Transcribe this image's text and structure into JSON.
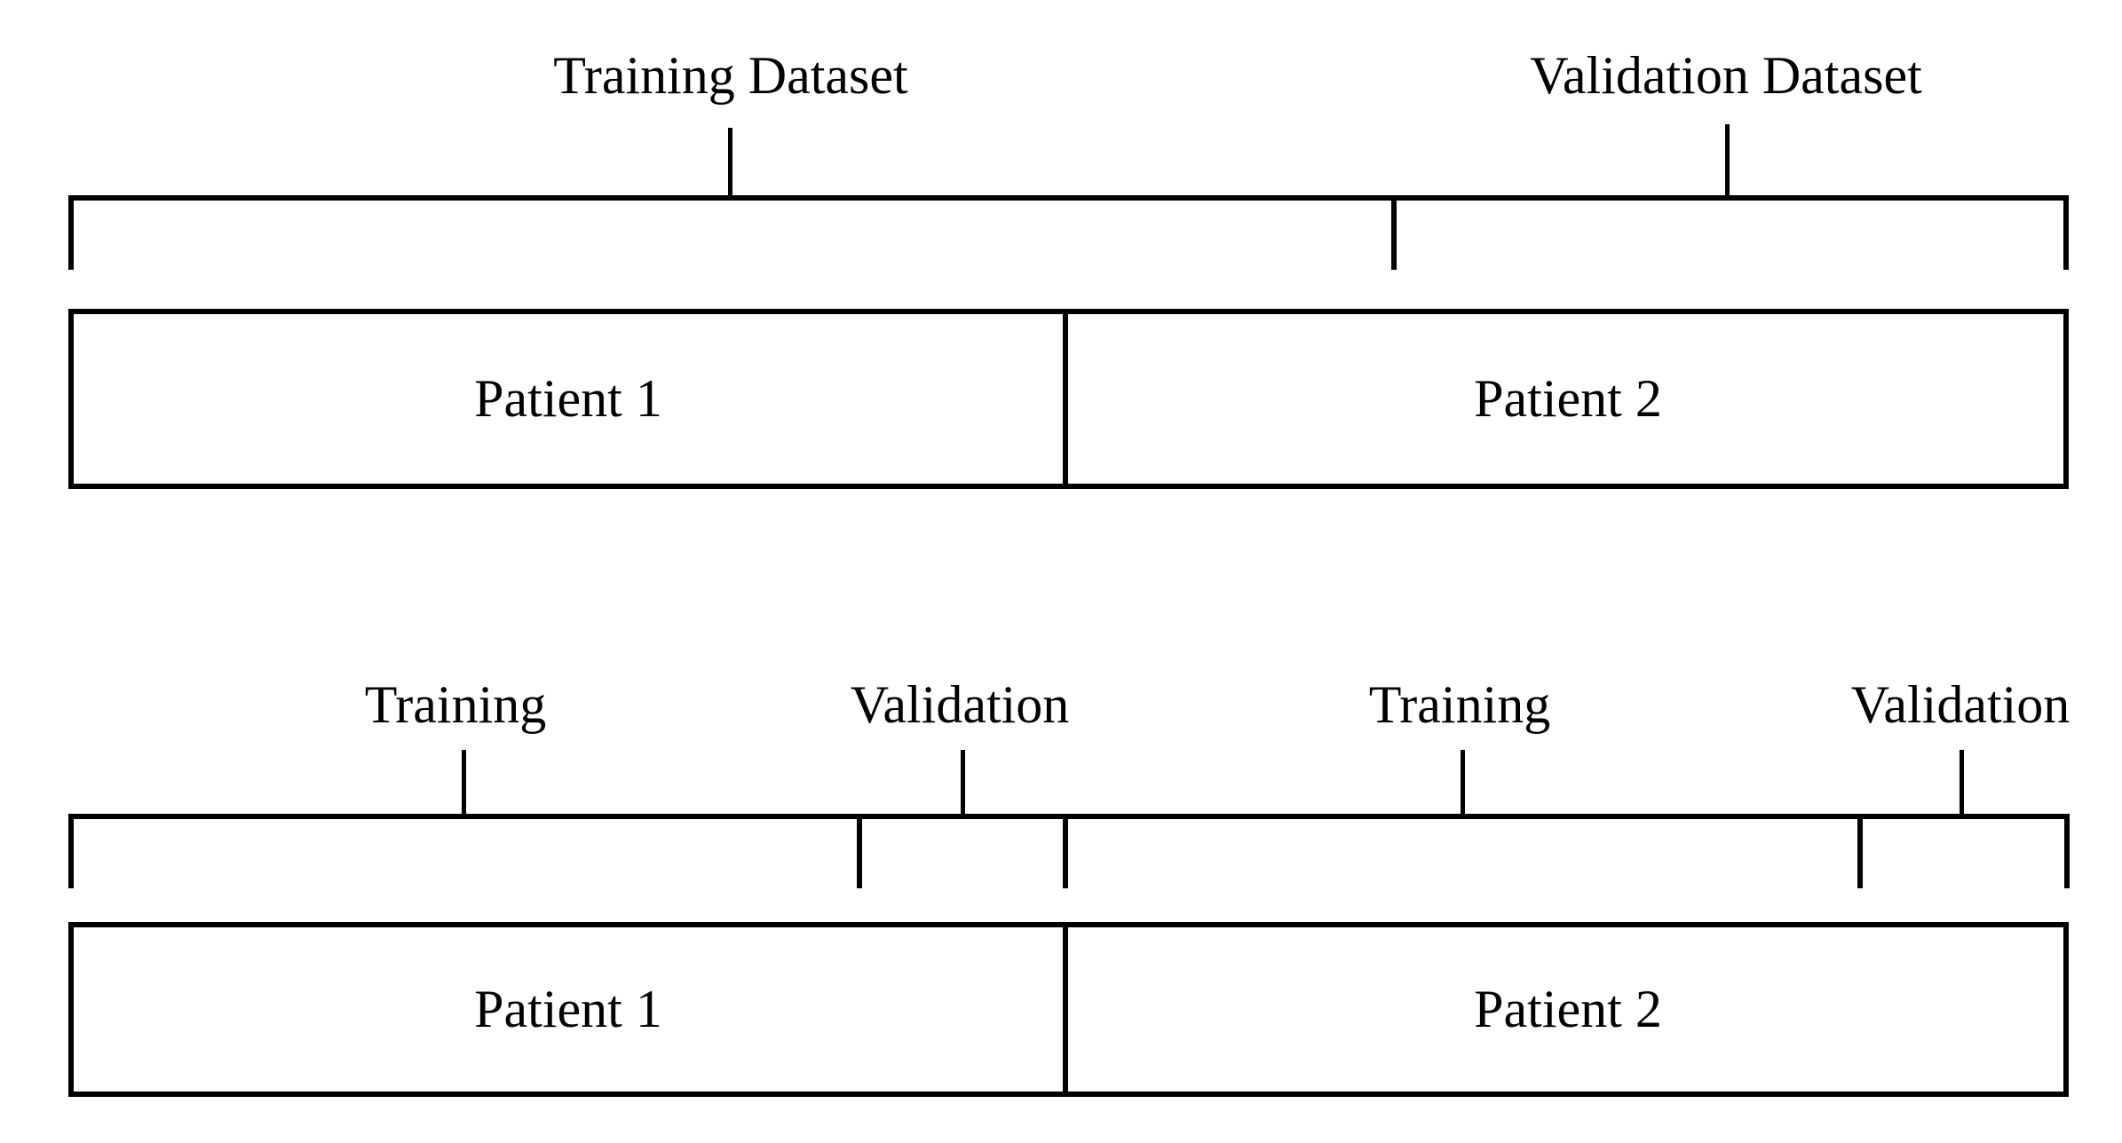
{
  "diagram": {
    "title_semantic": "patient-wise vs record-wise train/validation split diagram",
    "colors": {
      "line": "#000000",
      "background": "#ffffff",
      "text": "#000000"
    },
    "top": {
      "bracket_labels": [
        {
          "label": "Training Dataset"
        },
        {
          "label": "Validation Dataset"
        }
      ],
      "patients": [
        {
          "label": "Patient 1"
        },
        {
          "label": "Patient 2"
        }
      ]
    },
    "bottom": {
      "bracket_labels": [
        {
          "label": "Training"
        },
        {
          "label": "Validation"
        },
        {
          "label": "Training"
        },
        {
          "label": "Validation"
        }
      ],
      "patients": [
        {
          "label": "Patient 1"
        },
        {
          "label": "Patient 2"
        }
      ]
    }
  }
}
